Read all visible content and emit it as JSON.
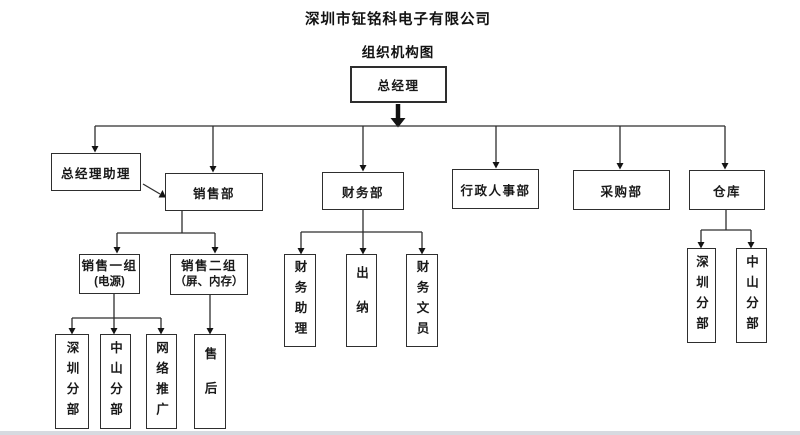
{
  "header": {
    "company": "深圳市钲铭科电子有限公司",
    "chart_title": "组织机构图"
  },
  "nodes": {
    "general_manager": "总经理",
    "gm_assistant": "总经理助理",
    "sales_dept": "销售部",
    "finance_dept": "财务部",
    "admin_hr_dept": "行政人事部",
    "purchasing_dept": "采购部",
    "warehouse": "仓库",
    "sales_group1_line1": "销售一组",
    "sales_group1_line2": "(电源)",
    "sales_group2_line1": "销售二组",
    "sales_group2_line2": "（屏、内存）",
    "sales_shenzhen_branch": "深圳分部",
    "sales_zhongshan_branch": "中山分部",
    "network_promotion": "网络推广",
    "after_sales": "售后",
    "finance_assistant": "财务助理",
    "cashier": "出纳",
    "finance_clerk": "财务文员",
    "warehouse_shenzhen_branch": "深圳分部",
    "warehouse_zhongshan_branch": "中山分部"
  }
}
